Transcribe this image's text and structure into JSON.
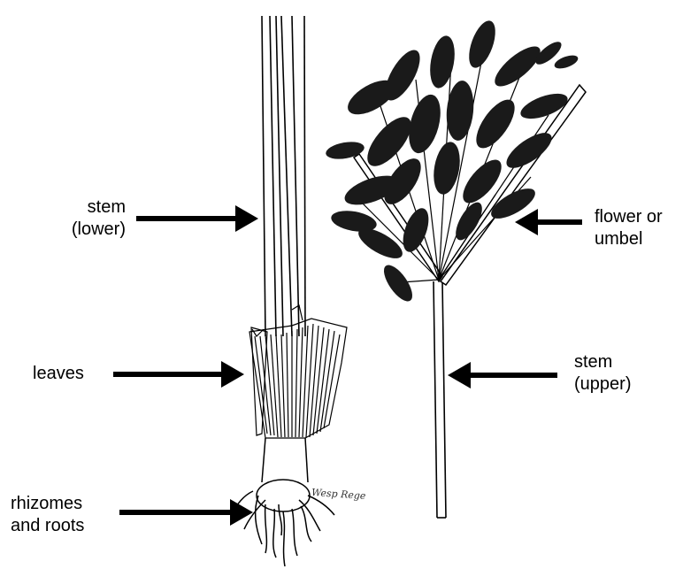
{
  "labels": {
    "stem_lower": [
      "stem",
      "(lower)"
    ],
    "leaves": [
      "leaves"
    ],
    "rhizomes": [
      "rhizomes",
      "and roots"
    ],
    "flower": [
      "flower or",
      "umbel"
    ],
    "stem_upper": [
      "stem",
      "(upper)"
    ]
  },
  "signature": "Wesp Rege",
  "colors": {
    "ink": "#000000",
    "foliage": "#1a1a1a",
    "background": "#ffffff"
  }
}
